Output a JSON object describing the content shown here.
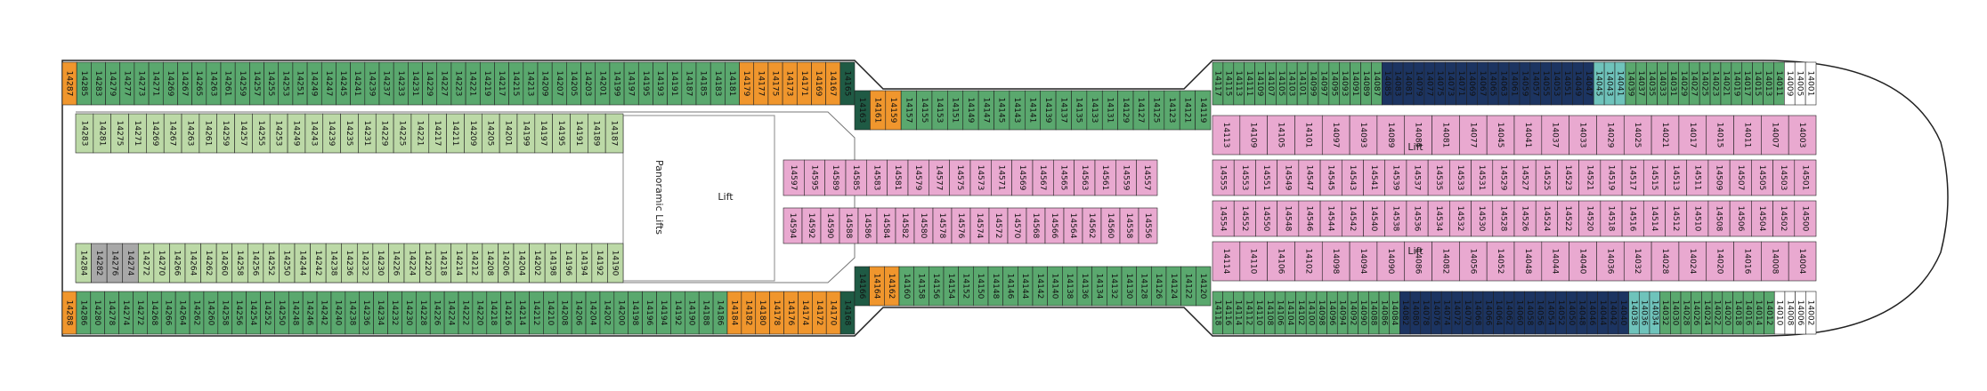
{
  "deck": {
    "palette": {
      "balcony": "#5aa86e",
      "inside": "#bcd9a7",
      "suite_orange": "#f0962d",
      "dark_green": "#1f5a44",
      "navy": "#1c3461",
      "pink": "#e9a9d0",
      "teal": "#6fc3bb",
      "grey": "#a8a8a8",
      "white": "#ffffff",
      "outline": "#222222"
    },
    "labels": {
      "panoramic_lifts": "Panoramic Lifts",
      "lift": "Lift"
    },
    "rows": {
      "top_outer_port": [
        "14287",
        "14285",
        "14283",
        "14279",
        "14277",
        "14273",
        "14271",
        "14269",
        "14267",
        "14265",
        "14263",
        "14261",
        "14259",
        "14257",
        "14255",
        "14253",
        "14251",
        "14249",
        "14247",
        "14245",
        "14241",
        "14239",
        "14237",
        "14233",
        "14231",
        "14229",
        "14227",
        "14223",
        "14221",
        "14219",
        "14217",
        "14215",
        "14213",
        "14209",
        "14207",
        "14205",
        "14203",
        "14201",
        "14199",
        "14197",
        "14195",
        "14193",
        "14191",
        "14187",
        "14185",
        "14183",
        "14181",
        "14179",
        "14177",
        "14175",
        "14173",
        "14171",
        "14169",
        "14167",
        "14165"
      ],
      "top_inner_port": [
        "14283",
        "14281",
        "14275",
        "14271",
        "14269",
        "14267",
        "14263",
        "14261",
        "14259",
        "14257",
        "14255",
        "14253",
        "14249",
        "14243",
        "14239",
        "14235",
        "14231",
        "14229",
        "14225",
        "14221",
        "14217",
        "14211",
        "14209",
        "14205",
        "14201",
        "14199",
        "14197",
        "14195",
        "14191",
        "14189",
        "14187"
      ],
      "bottom_inner_port": [
        "14284",
        "14282",
        "14276",
        "14274",
        "14272",
        "14270",
        "14266",
        "14264",
        "14262",
        "14260",
        "14258",
        "14256",
        "14252",
        "14250",
        "14244",
        "14242",
        "14238",
        "14236",
        "14232",
        "14230",
        "14226",
        "14224",
        "14220",
        "14218",
        "14214",
        "14212",
        "14208",
        "14206",
        "14204",
        "14202",
        "14198",
        "14196",
        "14194",
        "14192",
        "14190"
      ],
      "bottom_outer_port": [
        "14288",
        "14286",
        "14280",
        "14278",
        "14274",
        "14272",
        "14268",
        "14266",
        "14264",
        "14262",
        "14260",
        "14258",
        "14256",
        "14254",
        "14252",
        "14250",
        "14248",
        "14246",
        "14242",
        "14240",
        "14238",
        "14236",
        "14234",
        "14232",
        "14230",
        "14228",
        "14226",
        "14224",
        "14222",
        "14220",
        "14218",
        "14216",
        "14214",
        "14212",
        "14210",
        "14208",
        "14206",
        "14204",
        "14202",
        "14200",
        "14198",
        "14196",
        "14194",
        "14192",
        "14190",
        "14188",
        "14186",
        "14184",
        "14182",
        "14180",
        "14178",
        "14176",
        "14174",
        "14172",
        "14170",
        "14168"
      ],
      "mid_top_outer": [
        "14163",
        "14161",
        "14159",
        "14157",
        "14155",
        "14153",
        "14151",
        "14149",
        "14147",
        "14145",
        "14143",
        "14141",
        "14139",
        "14137",
        "14135",
        "14133",
        "14131",
        "14129",
        "14127",
        "14125",
        "14123",
        "14121",
        "14119"
      ],
      "mid_bottom_outer": [
        "14166",
        "14164",
        "14162",
        "14160",
        "14158",
        "14156",
        "14154",
        "14152",
        "14150",
        "14148",
        "14146",
        "14144",
        "14142",
        "14140",
        "14138",
        "14136",
        "14134",
        "14132",
        "14130",
        "14128",
        "14126",
        "14124",
        "14122",
        "14120"
      ],
      "fwd_top_outer": [
        "14117",
        "14115",
        "14113",
        "14111",
        "14109",
        "14107",
        "14105",
        "14103",
        "14101",
        "14099",
        "14097",
        "14095",
        "14093",
        "14091",
        "14089",
        "14087",
        "14085",
        "14083",
        "14081",
        "14079",
        "14077",
        "14075",
        "14073",
        "14071",
        "14069",
        "14067",
        "14065",
        "14063",
        "14061",
        "14059",
        "14057",
        "14055",
        "14053",
        "14051",
        "14049",
        "14047",
        "14045",
        "14043",
        "14041",
        "14039",
        "14037",
        "14035",
        "14033",
        "14031",
        "14029",
        "14027",
        "14025",
        "14023",
        "14021",
        "14019",
        "14017",
        "14015",
        "14013",
        "14011",
        "14009",
        "14005",
        "14001"
      ],
      "fwd_bottom_outer": [
        "14118",
        "14116",
        "14114",
        "14112",
        "14110",
        "14108",
        "14106",
        "14104",
        "14102",
        "14100",
        "14098",
        "14096",
        "14094",
        "14092",
        "14090",
        "14088",
        "14086",
        "14084",
        "14082",
        "14080",
        "14078",
        "14076",
        "14074",
        "14072",
        "14070",
        "14068",
        "14066",
        "14064",
        "14062",
        "14060",
        "14058",
        "14056",
        "14054",
        "14052",
        "14050",
        "14048",
        "14046",
        "14044",
        "14042",
        "14040",
        "14038",
        "14036",
        "14034",
        "14032",
        "14030",
        "14028",
        "14026",
        "14024",
        "14022",
        "14020",
        "14018",
        "14016",
        "14014",
        "14012",
        "14010",
        "14008",
        "14006",
        "14002"
      ],
      "mid_pink_top": [
        "14597",
        "14595",
        "14589",
        "14585",
        "14583",
        "14581",
        "14579",
        "14577",
        "14575",
        "14573",
        "14571",
        "14569",
        "14567",
        "14565",
        "14563",
        "14561",
        "14559",
        "14557"
      ],
      "mid_pink_bottom": [
        "14594",
        "14592",
        "14590",
        "14588",
        "14586",
        "14584",
        "14582",
        "14580",
        "14578",
        "14576",
        "14574",
        "14572",
        "14570",
        "14568",
        "14566",
        "14564",
        "14562",
        "14560",
        "14558",
        "14556"
      ],
      "fwd_pink_top": [
        "14555",
        "14553",
        "14551",
        "14549",
        "14547",
        "14545",
        "14543",
        "14541",
        "14539",
        "14537",
        "14535",
        "14533",
        "14531",
        "14529",
        "14527",
        "14525",
        "14523",
        "14521",
        "14519",
        "14517",
        "14515",
        "14513",
        "14511",
        "14509",
        "14507",
        "14505",
        "14503",
        "14501"
      ],
      "fwd_pink_bottom": [
        "14554",
        "14552",
        "14550",
        "14548",
        "14546",
        "14544",
        "14542",
        "14540",
        "14538",
        "14536",
        "14534",
        "14532",
        "14530",
        "14528",
        "14526",
        "14524",
        "14522",
        "14520",
        "14518",
        "14516",
        "14514",
        "14512",
        "14510",
        "14508",
        "14506",
        "14504",
        "14502",
        "14500"
      ],
      "fwd_inner_top": [
        "14113",
        "14109",
        "14105",
        "14101",
        "14097",
        "14093",
        "14089",
        "14085",
        "14081",
        "14077",
        "14045",
        "14041",
        "14037",
        "14033",
        "14029",
        "14025",
        "14021",
        "14017",
        "14015",
        "14011",
        "14007",
        "14003"
      ],
      "fwd_inner_bottom": [
        "14114",
        "14110",
        "14106",
        "14102",
        "14098",
        "14094",
        "14090",
        "14086",
        "14082",
        "14056",
        "14052",
        "14048",
        "14044",
        "14040",
        "14036",
        "14032",
        "14028",
        "14024",
        "14020",
        "14016",
        "14008",
        "14004"
      ]
    }
  }
}
